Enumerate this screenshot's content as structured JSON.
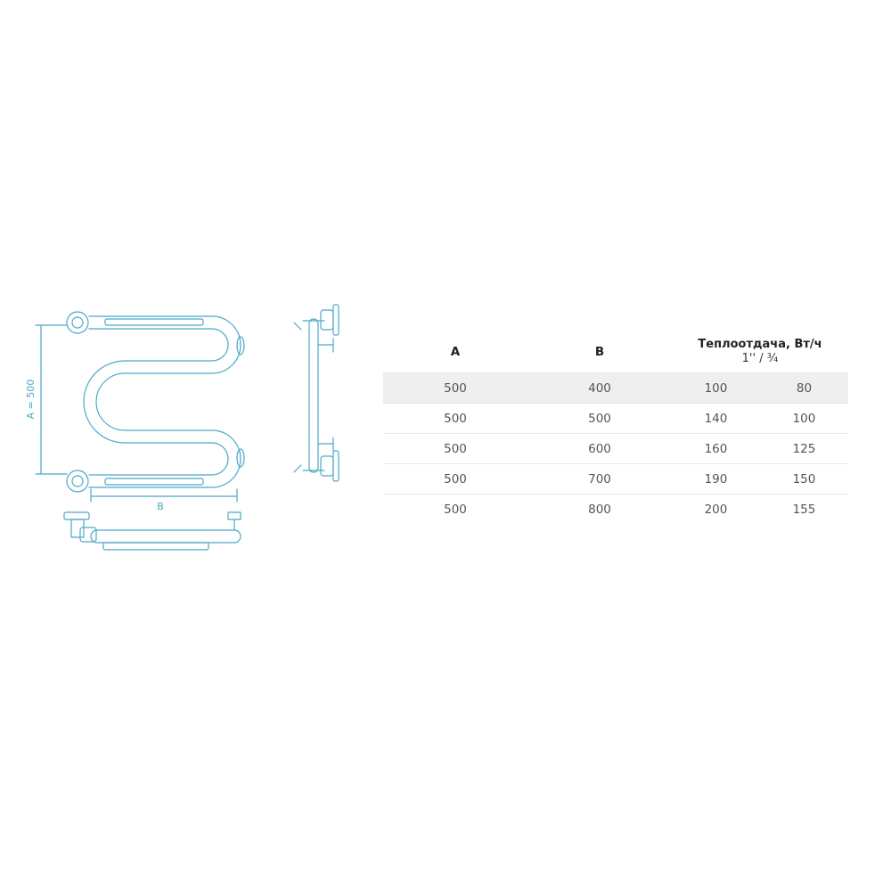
{
  "diagram": {
    "dim_a_label": "A = 500",
    "dim_b_label": "B"
  },
  "table": {
    "headers": {
      "a": "A",
      "b": "B",
      "heat_title": "Теплоотдача, Вт/ч",
      "heat_sub": "1'' / ¾"
    },
    "rows": [
      [
        "500",
        "400",
        "100",
        "80"
      ],
      [
        "500",
        "500",
        "140",
        "100"
      ],
      [
        "500",
        "600",
        "160",
        "125"
      ],
      [
        "500",
        "700",
        "190",
        "150"
      ],
      [
        "500",
        "800",
        "200",
        "155"
      ]
    ]
  },
  "colors": {
    "line": "#4aa8c8",
    "row_shade": "#efefef"
  }
}
